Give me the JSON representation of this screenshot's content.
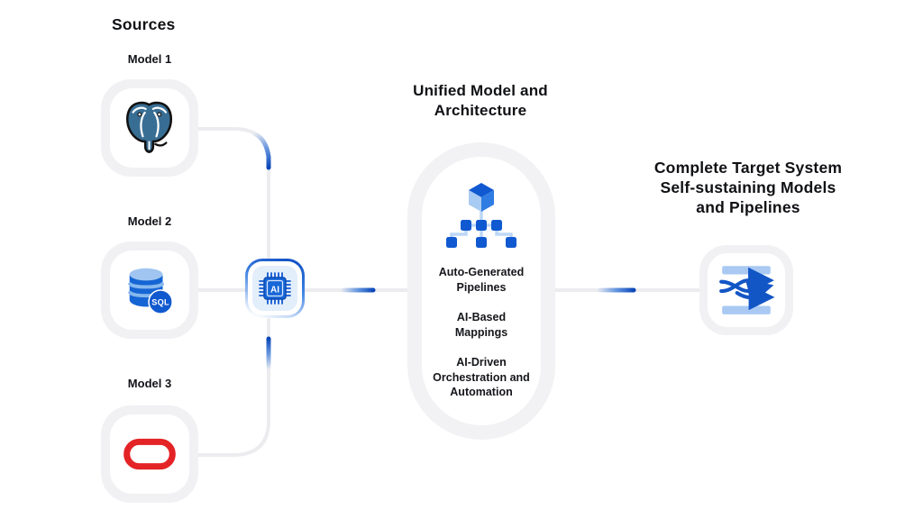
{
  "colors": {
    "accent_blue": "#0d4fc4",
    "icon_blue": "#1159d1",
    "light_blue": "#a9c9f3",
    "card_gray": "#f1f1f4",
    "line_gray": "#ececef",
    "oracle_red": "#e42326",
    "postgres_blue": "#336791",
    "text": "#121318"
  },
  "sources": {
    "heading": "Sources",
    "items": [
      {
        "label": "Model 1",
        "icon": "postgresql-icon"
      },
      {
        "label": "Model 2",
        "icon": "sql-database-icon",
        "badge": "SQL"
      },
      {
        "label": "Model 3",
        "icon": "oracle-icon"
      }
    ]
  },
  "hub": {
    "icon": "ai-chip-icon",
    "chip_label": "AI"
  },
  "unified": {
    "heading": "Unified Model and Architecture",
    "icon": "model-hierarchy-icon",
    "features": [
      "Auto-Generated Pipelines",
      "AI-Based Mappings",
      "AI-Driven Orchestration and Automation"
    ]
  },
  "target": {
    "heading": "Complete Target System Self-sustaining Models and Pipelines",
    "icon": "shuffle-arrows-icon"
  }
}
